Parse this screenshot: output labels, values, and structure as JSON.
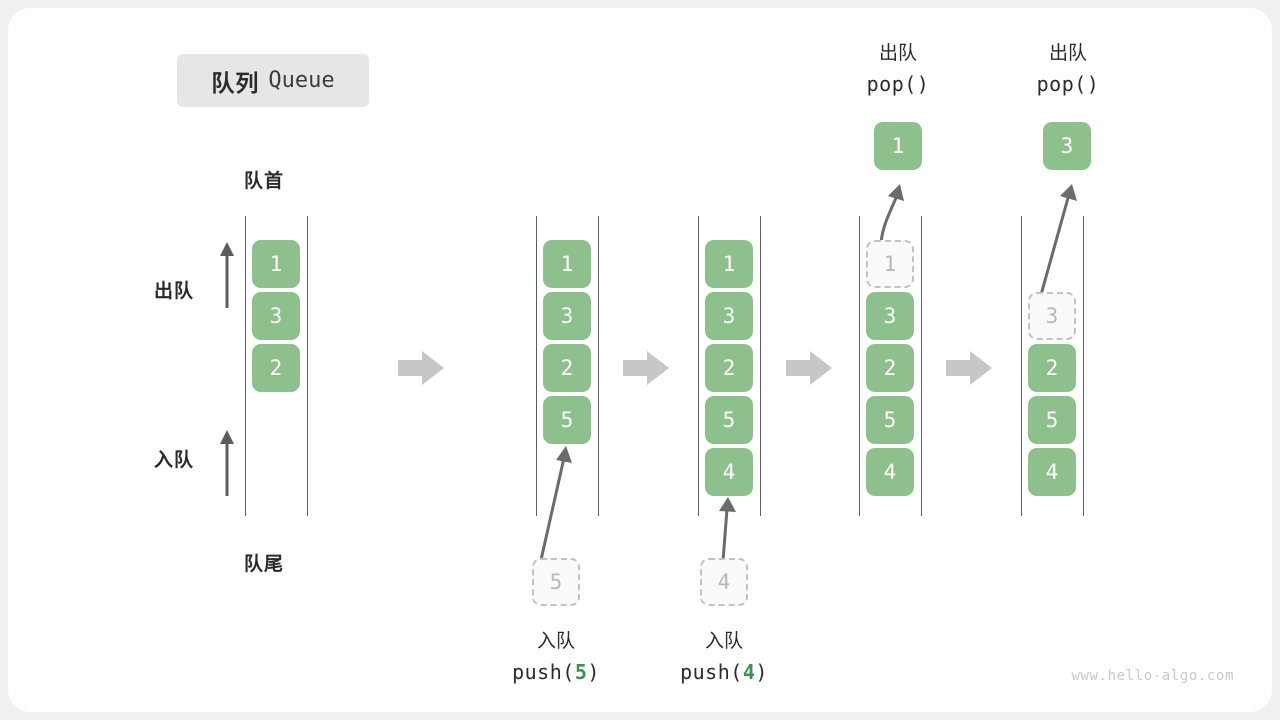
{
  "title": {
    "cn": "队列",
    "en": "Queue"
  },
  "labels": {
    "head": "队首",
    "tail": "队尾",
    "dequeue": "出队",
    "enqueue": "入队"
  },
  "colors": {
    "cell_fill": "#8ec08e",
    "cell_text": "#ffffff",
    "ghost_border": "#c2c2c2",
    "ghost_text": "#b8b8b8",
    "rail": "#5c5c5c",
    "step_arrow": "#c6c6c6",
    "highlight": "#3f8f4f",
    "badge_bg": "#e6e6e6",
    "card_bg": "#ffffff",
    "page_bg": "#f0f0f0"
  },
  "watermark": "www.hello-algo.com",
  "chart_data": {
    "type": "diagram",
    "title": "队列 Queue",
    "description": "Queue operations: push and pop shown across five sequential states",
    "steps": [
      {
        "index": 0,
        "name": "initial",
        "cells": [
          {
            "value": "1",
            "state": "solid"
          },
          {
            "value": "3",
            "state": "solid"
          },
          {
            "value": "2",
            "state": "solid"
          }
        ],
        "annotations": {
          "head": "队首",
          "tail": "队尾",
          "dequeue_arrow": "出队",
          "enqueue_arrow": "入队"
        }
      },
      {
        "index": 1,
        "name": "after-push-5",
        "cells": [
          {
            "value": "1",
            "state": "solid"
          },
          {
            "value": "3",
            "state": "solid"
          },
          {
            "value": "2",
            "state": "solid"
          },
          {
            "value": "5",
            "state": "solid"
          }
        ],
        "operation": {
          "cn": "入队",
          "code": "push(",
          "arg": "5",
          "code_end": ")",
          "incoming_value": "5"
        }
      },
      {
        "index": 2,
        "name": "after-push-4",
        "cells": [
          {
            "value": "1",
            "state": "solid"
          },
          {
            "value": "3",
            "state": "solid"
          },
          {
            "value": "2",
            "state": "solid"
          },
          {
            "value": "5",
            "state": "solid"
          },
          {
            "value": "4",
            "state": "solid"
          }
        ],
        "operation": {
          "cn": "入队",
          "code": "push(",
          "arg": "4",
          "code_end": ")",
          "incoming_value": "4"
        }
      },
      {
        "index": 3,
        "name": "after-pop-1",
        "cells": [
          {
            "value": "1",
            "state": "ghost"
          },
          {
            "value": "3",
            "state": "solid"
          },
          {
            "value": "2",
            "state": "solid"
          },
          {
            "value": "5",
            "state": "solid"
          },
          {
            "value": "4",
            "state": "solid"
          }
        ],
        "operation": {
          "cn": "出队",
          "code": "pop()",
          "popped_value": "1"
        }
      },
      {
        "index": 4,
        "name": "after-pop-3",
        "cells": [
          {
            "value": "",
            "state": "empty"
          },
          {
            "value": "3",
            "state": "ghost"
          },
          {
            "value": "2",
            "state": "solid"
          },
          {
            "value": "5",
            "state": "solid"
          },
          {
            "value": "4",
            "state": "solid"
          }
        ],
        "operation": {
          "cn": "出队",
          "code": "pop()",
          "popped_value": "3"
        }
      }
    ]
  }
}
